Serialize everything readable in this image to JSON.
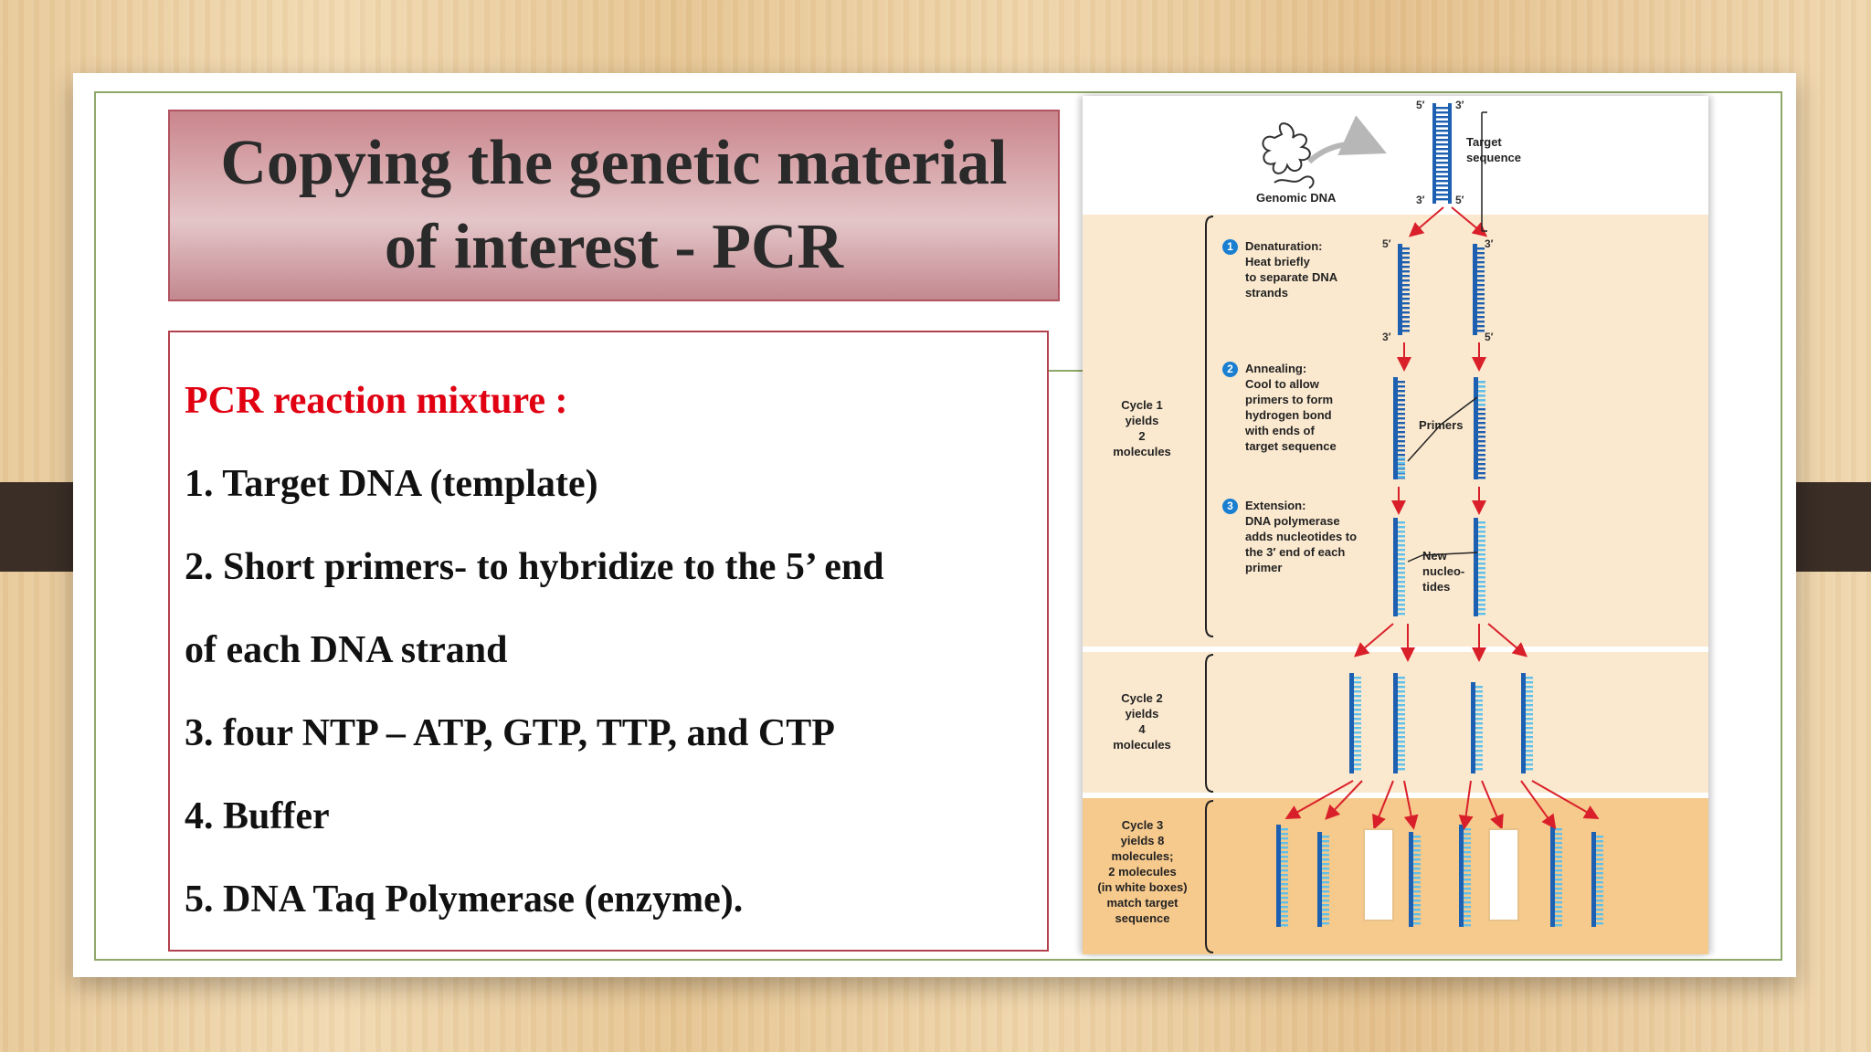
{
  "slide": {
    "title_line1": "Copying the genetic material",
    "title_line2": "of interest - PCR",
    "mixture_heading": "PCR reaction mixture :",
    "items": [
      "1. Target DNA  (template)",
      "2. Short primers- to hybridize to the 5’ end",
      "of each DNA strand",
      "3. four NTP – ATP, GTP, TTP, and CTP",
      "4. Buffer",
      "5. DNA Taq Polymerase (enzyme)."
    ]
  },
  "diagram": {
    "genomic_dna": "Genomic DNA",
    "target_sequence": "Target\nsequence",
    "prime_5": "5′",
    "prime_3": "3′",
    "step1_num": "1",
    "step1_text": "Denaturation:\nHeat briefly\nto separate DNA\nstrands",
    "step2_num": "2",
    "step2_text": "Annealing:\nCool to allow\nprimers to form\nhydrogen bond\nwith ends of\ntarget sequence",
    "step3_num": "3",
    "step3_text": "Extension:\nDNA polymerase\nadds nucleotides to\nthe 3′ end of each\nprimer",
    "primers_label": "Primers",
    "new_nucleotides": "New\nnucleo-\ntides",
    "cycle1": "Cycle 1\nyields\n2\nmolecules",
    "cycle2": "Cycle 2\nyields\n4\nmolecules",
    "cycle3": "Cycle 3\nyields 8\nmolecules;\n2 molecules\n(in white boxes)\nmatch target\nsequence",
    "colors": {
      "dna_dark": "#1d5fb0",
      "dna_light": "#5fc0ea",
      "arrow": "#d9202a",
      "band_light": "#fbe9cf",
      "band_dark": "#f6c98c"
    }
  }
}
